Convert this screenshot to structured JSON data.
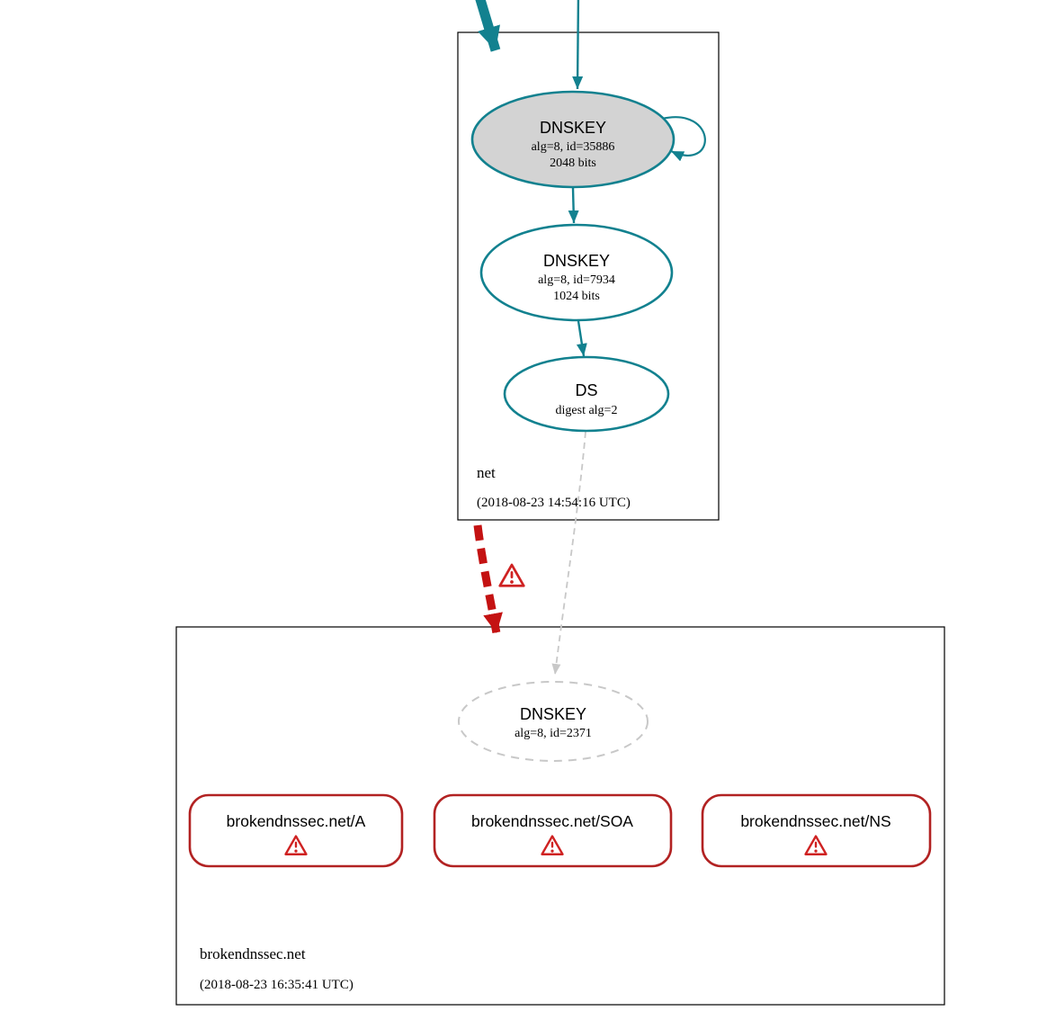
{
  "colors": {
    "teal": "#12818f",
    "node_fill_ksk": "#d3d3d3",
    "gray_edge": "#c8c8c8",
    "red_edge": "#c41212",
    "red_node": "#b22222",
    "red_icon": "#cf2222"
  },
  "icons": {
    "warning": "warning-icon"
  },
  "zones": {
    "net": {
      "label": "net",
      "timestamp": "(2018-08-23 14:54:16 UTC)"
    },
    "brokendnssec": {
      "label": "brokendnssec.net",
      "timestamp": "(2018-08-23 16:35:41 UTC)"
    }
  },
  "nodes": {
    "net_ksk": {
      "title": "DNSKEY",
      "detail1": "alg=8, id=35886",
      "detail2": "2048 bits"
    },
    "net_zsk": {
      "title": "DNSKEY",
      "detail1": "alg=8, id=7934",
      "detail2": "1024 bits"
    },
    "net_ds": {
      "title": "DS",
      "detail1": "digest alg=2"
    },
    "broken_dnskey": {
      "title": "DNSKEY",
      "detail1": "alg=8, id=2371"
    },
    "record_a": {
      "title": "brokendnssec.net/A"
    },
    "record_soa": {
      "title": "brokendnssec.net/SOA"
    },
    "record_ns": {
      "title": "brokendnssec.net/NS"
    }
  }
}
